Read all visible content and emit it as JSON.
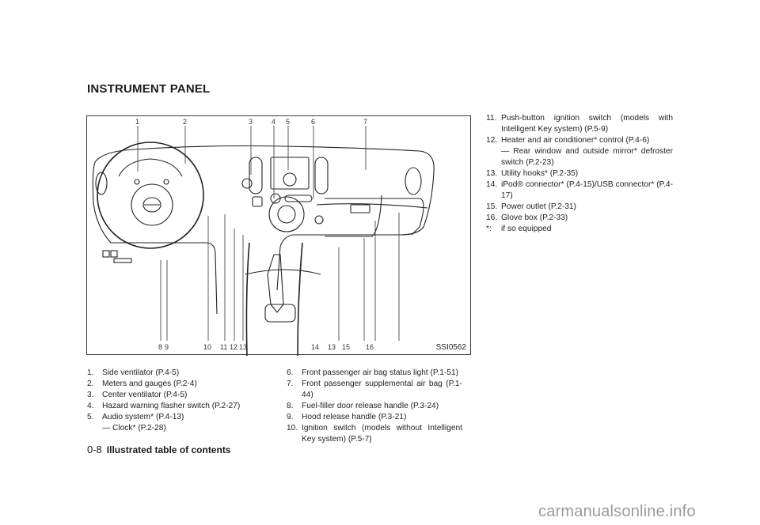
{
  "page": {
    "title": "INSTRUMENT PANEL",
    "figure": {
      "reference": "SSI0562",
      "callouts_top": [
        "1",
        "2",
        "3",
        "4",
        "5",
        "6",
        "7"
      ],
      "callouts_bottom": [
        "8",
        "9",
        "10",
        "11",
        "12",
        "13",
        "14",
        "13",
        "15",
        "16"
      ]
    },
    "items_col1": [
      {
        "num": "1.",
        "text": "Side ventilator (P.4-5)"
      },
      {
        "num": "2.",
        "text": "Meters and gauges (P.2-4)"
      },
      {
        "num": "3.",
        "text": "Center ventilator (P.4-5)"
      },
      {
        "num": "4.",
        "text": "Hazard warning flasher switch (P.2-27)"
      },
      {
        "num": "5.",
        "text": "Audio system* (P.4-13)",
        "sub": "— Clock* (P.2-28)"
      }
    ],
    "items_col2": [
      {
        "num": "6.",
        "text": "Front passenger air bag status light (P.1-51)"
      },
      {
        "num": "7.",
        "text": "Front passenger supplemental air bag (P.1-44)"
      },
      {
        "num": "8.",
        "text": "Fuel-filler door release handle (P.3-24)"
      },
      {
        "num": "9.",
        "text": "Hood release handle (P.3-21)"
      },
      {
        "num": "10.",
        "text": "Ignition switch (models without Intelligent Key system) (P.5-7)"
      }
    ],
    "items_col3": [
      {
        "num": "11.",
        "text": "Push-button ignition switch (models with Intelligent Key system) (P.5-9)"
      },
      {
        "num": "12.",
        "text": "Heater and air conditioner* control (P.4-6)",
        "sub": "— Rear window and outside mirror* defroster switch (P.2-23)"
      },
      {
        "num": "13.",
        "text": "Utility hooks* (P.2-35)"
      },
      {
        "num": "14.",
        "text": "iPod® connector* (P.4-15)/USB connector* (P.4-17)"
      },
      {
        "num": "15.",
        "text": "Power outlet (P.2-31)"
      },
      {
        "num": "16.",
        "text": "Glove box (P.2-33)"
      },
      {
        "num": "*:",
        "text": "if so equipped"
      }
    ],
    "footer": {
      "page_number": "0-8",
      "section": "Illustrated table of contents"
    },
    "watermark": "carmanualsonline.info"
  }
}
